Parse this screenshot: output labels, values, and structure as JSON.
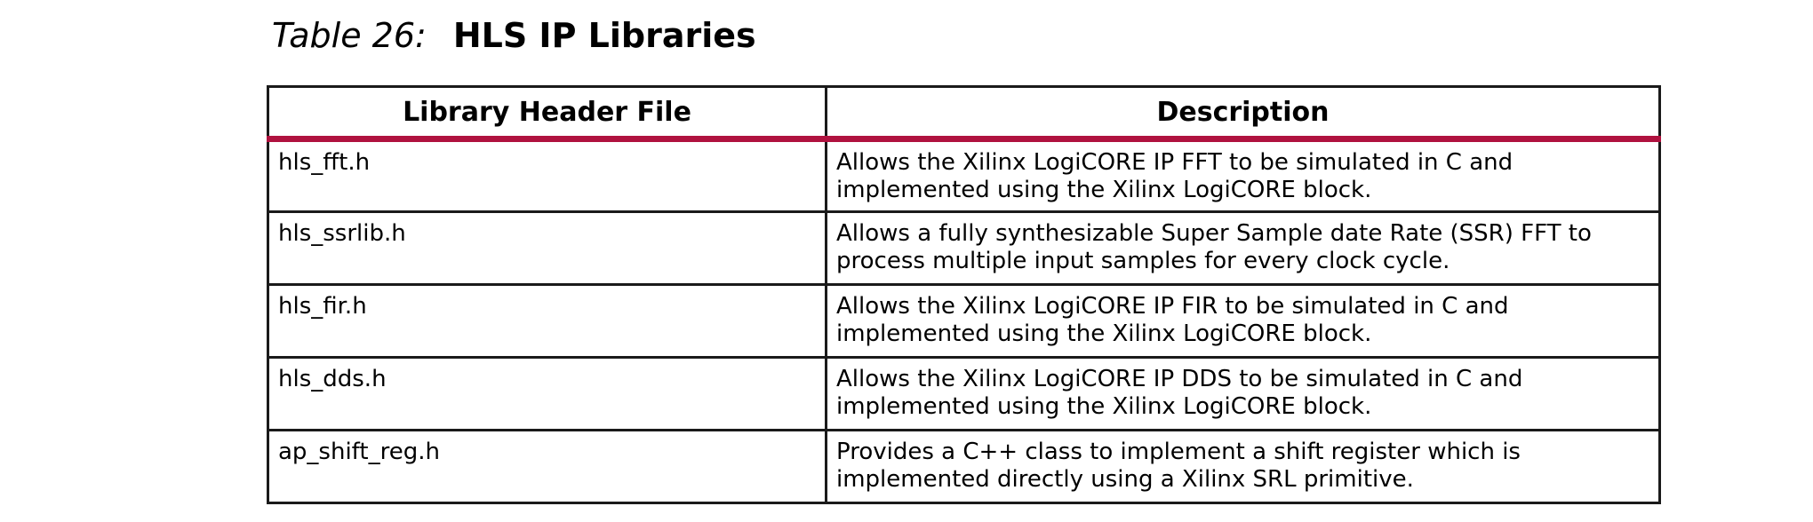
{
  "caption": {
    "number": "Table 26:",
    "title": "HLS IP Libraries"
  },
  "table": {
    "headers": [
      "Library Header File",
      "Description"
    ],
    "rows": [
      {
        "file": "hls_fft.h",
        "description": "Allows the Xilinx LogiCORE IP FFT to be simulated in C and implemented using the Xilinx LogiCORE block."
      },
      {
        "file": "hls_ssrlib.h",
        "description": "Allows a fully synthesizable Super Sample date Rate (SSR) FFT to process multiple input samples for every clock cycle."
      },
      {
        "file": "hls_fir.h",
        "description": "Allows the Xilinx LogiCORE IP FIR to be simulated in C and implemented using the Xilinx LogiCORE block."
      },
      {
        "file": "hls_dds.h",
        "description": "Allows the Xilinx LogiCORE IP DDS to be simulated in C and implemented using the Xilinx LogiCORE block."
      },
      {
        "file": "ap_shift_reg.h",
        "description": "Provides a C++ class to implement a shift register which is implemented directly using a Xilinx SRL primitive."
      }
    ]
  },
  "colors": {
    "header_rule": "#b0123f",
    "border": "#1a1a1a"
  }
}
